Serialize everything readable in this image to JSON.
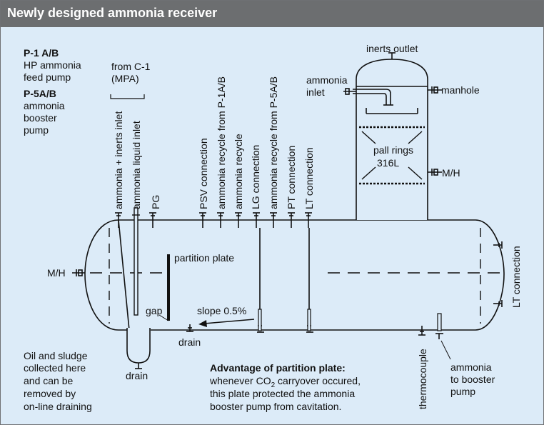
{
  "title": "Newly designed ammonia receiver",
  "legend": {
    "p1_code": "P-1 A/B",
    "p1_desc": [
      "HP ammonia",
      "feed pump"
    ],
    "p5_code": "P-5A/B",
    "p5_desc": [
      "ammonia",
      "booster",
      "pump"
    ]
  },
  "from_c1": [
    "from C-1",
    "(MPA)"
  ],
  "nozzles": {
    "ammonia_inerts_inlet": "ammonia + inerts inlet",
    "ammonia_liquid_inlet": "ammonia liquid inlet",
    "pg": "PG",
    "psv": "PSV connection",
    "recycle_p1": "ammonia recycle from P-1A/B",
    "recycle": "ammonia recycle",
    "lg": "LG connection",
    "recycle_p5": "ammonia recycle from P-5A/B",
    "pt": "PT connection",
    "lt_top": "LT connection",
    "lt_right": "LT connection",
    "thermocouple": "thermocouple"
  },
  "column": {
    "inerts_outlet": "inerts outlet",
    "ammonia_inlet": [
      "ammonia",
      "inlet"
    ],
    "manhole": "manhole",
    "packing": [
      "pall rings",
      "316L"
    ],
    "mh": "M/H"
  },
  "vessel": {
    "mh_left": "M/H",
    "partition_plate": "partition plate",
    "gap": "gap",
    "slope": "slope 0.5%",
    "drain": "drain",
    "boot_drain": "drain"
  },
  "booster_pump_label": [
    "ammonia",
    "to booster",
    "pump"
  ],
  "oil_note": [
    "Oil and sludge",
    "collected here",
    "and can be",
    "removed by",
    "on-line draining"
  ],
  "advantage": {
    "heading": "Advantage of partition plate:",
    "line1_a": "whenever CO",
    "line1_sub": "2",
    "line1_b": " carryover occured,",
    "line2": "this plate protected the ammonia",
    "line3": "booster pump from cavitation."
  },
  "colors": {
    "background": "#dcebf8",
    "title_bar": "#6c6e70",
    "line": "#111111"
  }
}
